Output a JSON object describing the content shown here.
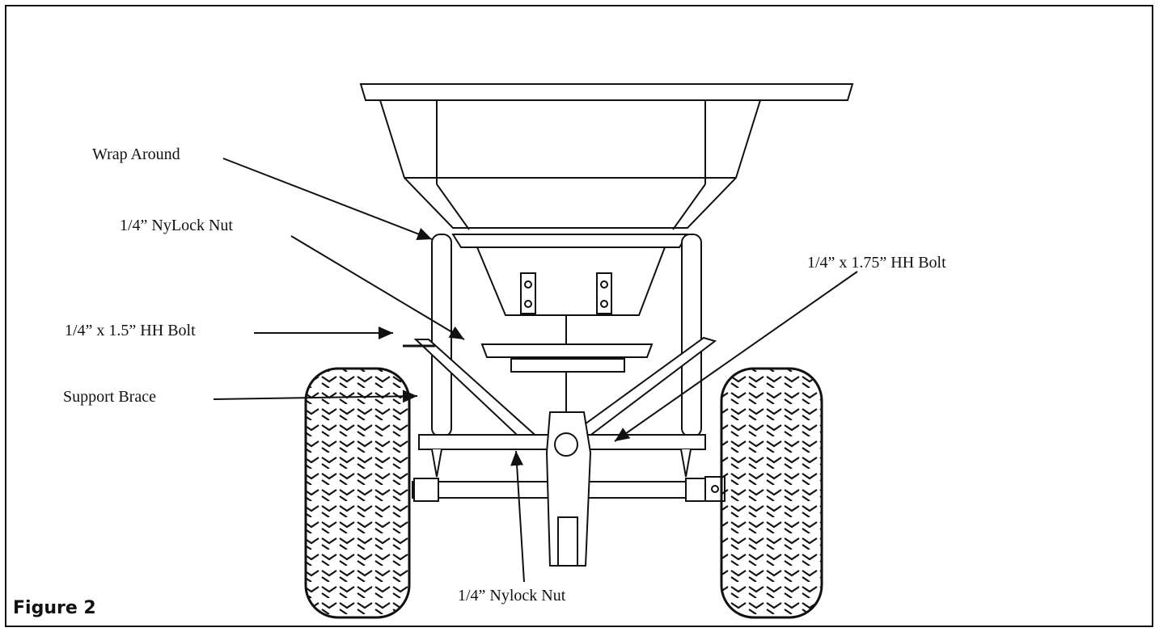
{
  "figure": {
    "label": "Figure 2"
  },
  "callouts": {
    "wrap_around": "Wrap Around",
    "nylock_nut_top": "1/4” NyLock Nut",
    "hh_bolt_1_5": "1/4” x 1.5” HH Bolt",
    "support_brace": "Support Brace",
    "hh_bolt_1_75": "1/4” x 1.75” HH Bolt",
    "nylock_nut_bottom": "1/4” Nylock Nut"
  },
  "colors": {
    "ink": "#111111",
    "background": "#ffffff"
  }
}
